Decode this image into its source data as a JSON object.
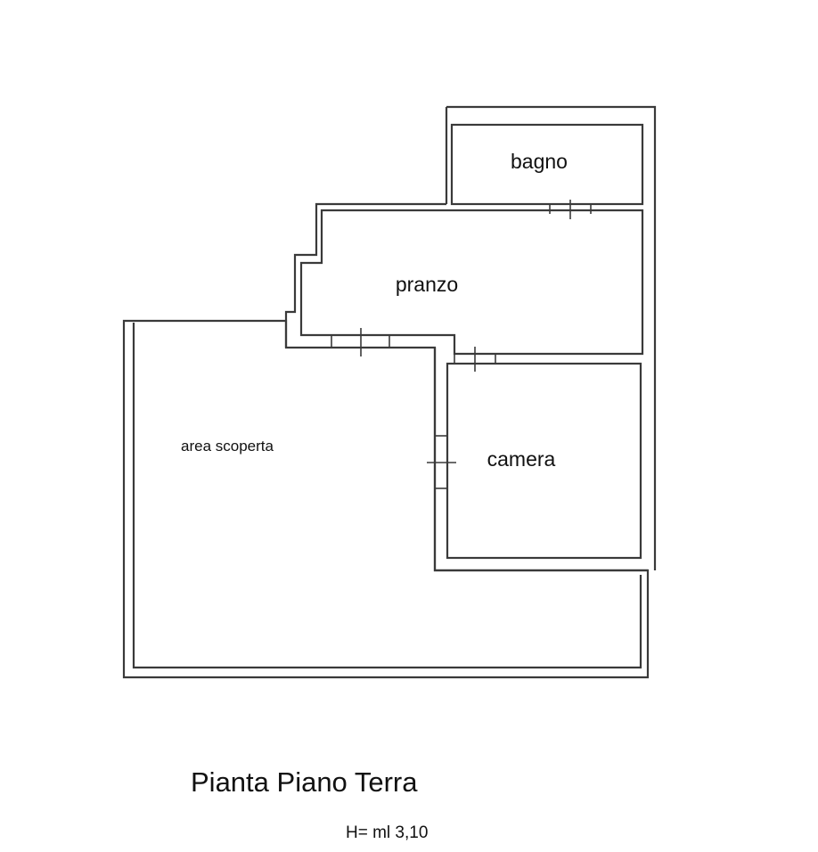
{
  "plan": {
    "rooms": {
      "bagno": "bagno",
      "pranzo": "pranzo",
      "camera": "camera",
      "area_scoperta": "area scoperta"
    },
    "title": "Pianta Piano Terra",
    "height_note": "H= ml 3,10"
  }
}
